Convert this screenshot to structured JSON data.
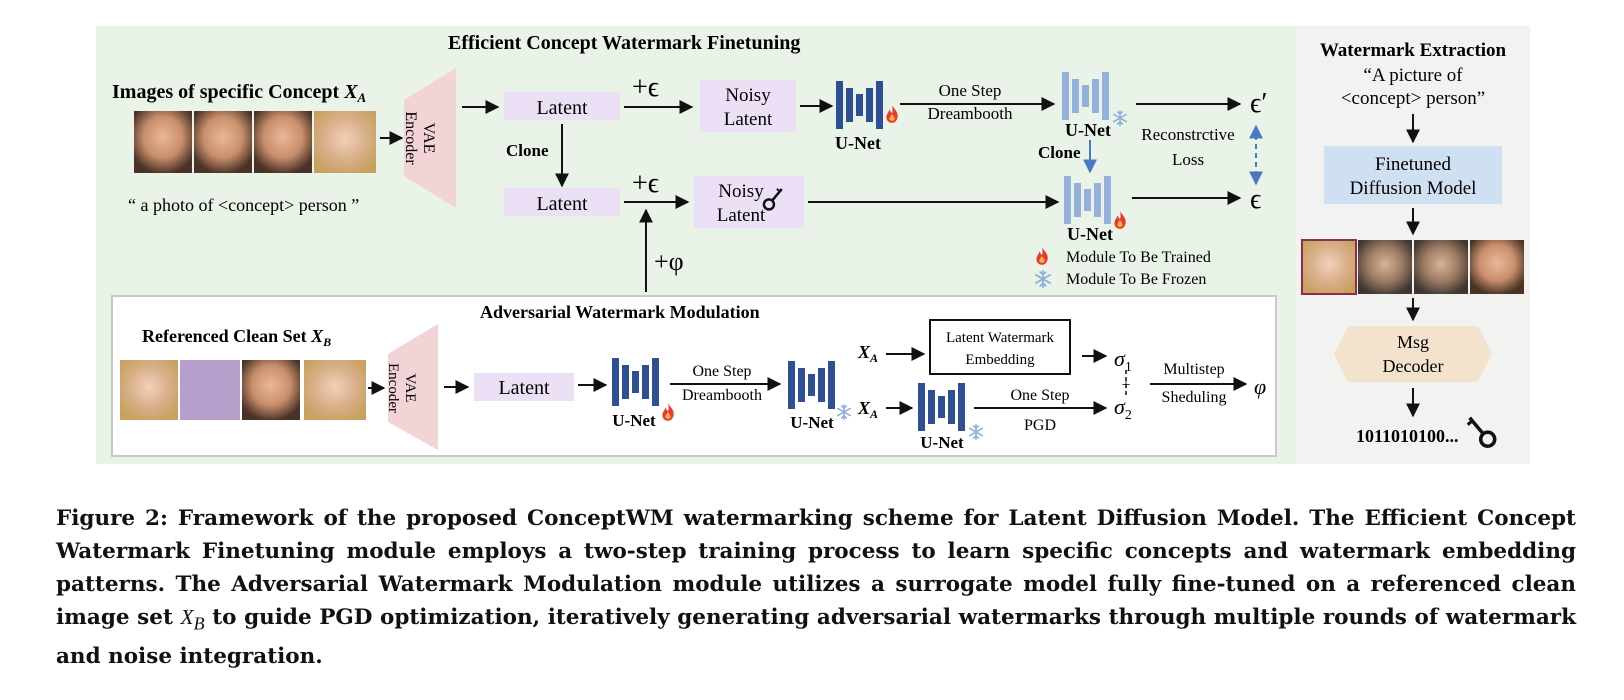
{
  "figure": {
    "efficient": {
      "title": "Efficient Concept Watermark Finetuning",
      "images_label": "Images of specific Concept",
      "images_symbol": "X",
      "images_subscript": "A",
      "prompt": "“ a photo of <concept> person ”",
      "vae_line1": "VAE",
      "vae_line2": "Encoder",
      "latent_top": "Latent",
      "latent_bottom": "Latent",
      "clone_label": "Clone",
      "plus_eps_top": "+ϵ",
      "plus_eps_bottom": "+ϵ",
      "plus_phi": "+φ",
      "noisy_top_1": "Noisy",
      "noisy_top_2": "Latent",
      "noisy_bottom_1": "Noisy",
      "noisy_bottom_2": "Latent",
      "unet_label": "U-Net",
      "unet_frozen_label": "U-Net",
      "unet_bottom_label": "U-Net",
      "one_step": "One Step",
      "dreambooth": "Dreambooth",
      "clone_right": "Clone",
      "recon_1": "Reconstrctive",
      "recon_2": "Loss",
      "eps_prime": "ϵ′",
      "eps": "ϵ",
      "legend_trained": "Module To Be Trained",
      "legend_frozen": "Module To Be Frozen"
    },
    "adversarial": {
      "title": "Adversarial Watermark Modulation",
      "ref_label": "Referenced Clean Set",
      "ref_symbol": "X",
      "ref_subscript": "B",
      "vae_line1": "VAE",
      "vae_line2": "Encoder",
      "latent": "Latent",
      "unet_trained_label": "U-Net",
      "unet_frozen_label": "U-Net",
      "unet_pgd_label": "U-Net",
      "one_step": "One Step",
      "dreambooth": "Dreambooth",
      "xa_symbol": "X",
      "xa_subscript": "A",
      "lwe_1": "Latent Watermark",
      "lwe_2": "Embedding",
      "one_step_pgd": "One Step",
      "pgd": "PGD",
      "sigma": "σ",
      "sigma1_sub": "1",
      "sigma2_sub": "2",
      "plus": "+",
      "multistep": "Multistep",
      "sheduling": "Sheduling",
      "phi": "φ"
    },
    "extraction": {
      "title": "Watermark Extraction",
      "prompt_1": "“A picture of",
      "prompt_2": "<concept> person”",
      "model_1": "Finetuned",
      "model_2": "Diffusion Model",
      "decoder_1": "Msg",
      "decoder_2": "Decoder",
      "bits": "1011010100..."
    },
    "colors": {
      "bg_top": "#eaf3e8",
      "bg_right": "#f2f2f0",
      "latent": "#ece0f6",
      "vae": "#f2d3d6",
      "unet_trained": "#2f4f94",
      "unet_frozen": "#94b0dd",
      "model_box": "#cfe0f3",
      "decoder": "#f3e2cc",
      "dashed_arrow": "#4a78c4"
    },
    "icons": [
      "flame-icon",
      "snowflake-icon",
      "key-icon"
    ]
  },
  "caption": {
    "part1": "Figure 2: Framework of the proposed ConceptWM watermarking scheme for Latent Diffusion Model. The Efficient Concept Watermark Finetuning module employs a two-step training process to learn specific concepts and watermark embedding patterns. The Adversarial Watermark Modulation module utilizes a surrogate model fully fine-tuned on a referenced clean image set",
    "math_symbol": "X",
    "math_subscript": "B",
    "part2": "to guide PGD optimization, iteratively generating adversarial watermarks through multiple rounds of watermark and noise integration."
  }
}
